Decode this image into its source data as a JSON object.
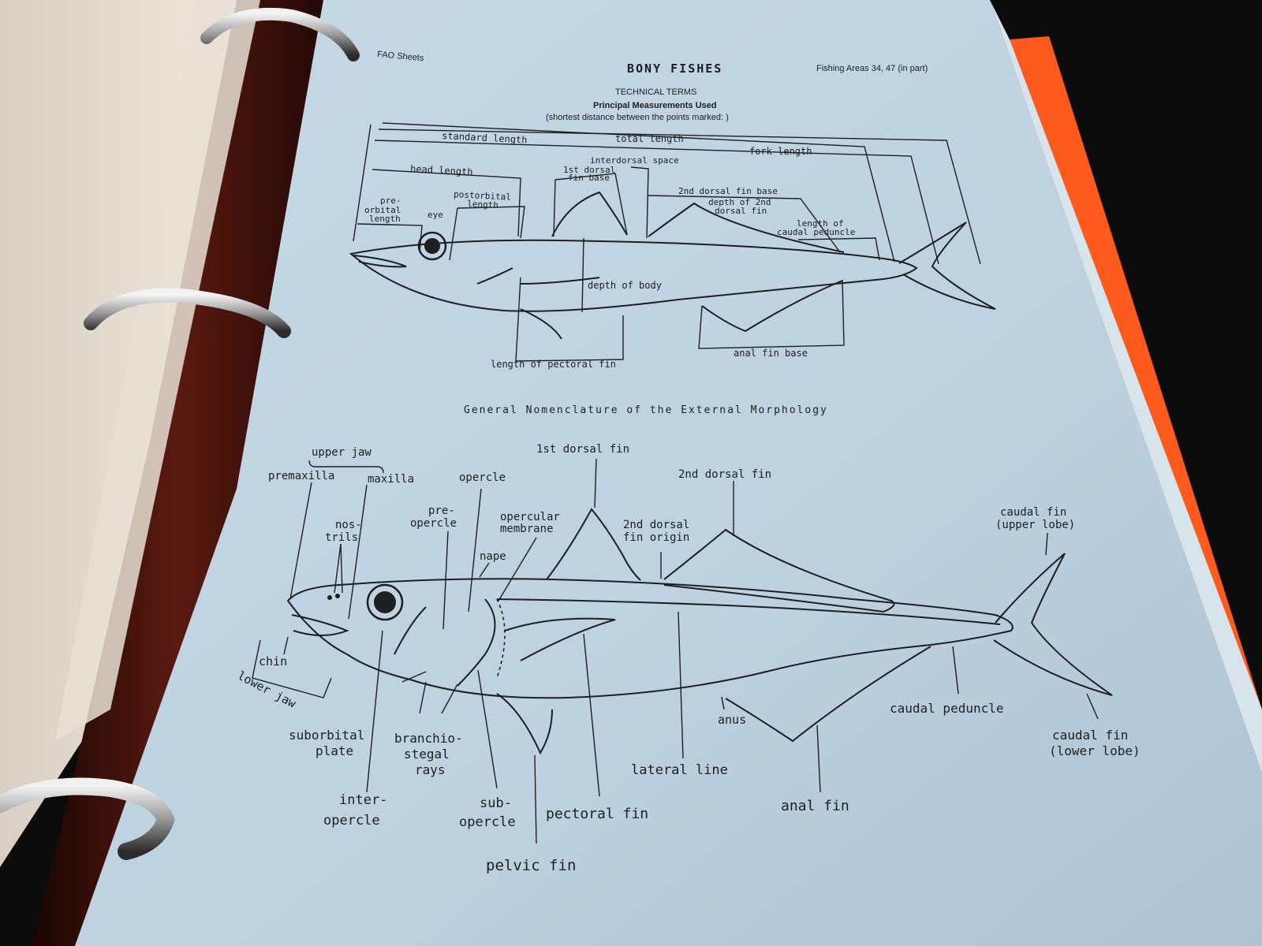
{
  "header": {
    "source": "FAO Sheets",
    "title": "BONY FISHES",
    "areas": "Fishing Areas 34, 47 (in part)"
  },
  "section1": {
    "heading": "TECHNICAL TERMS",
    "subheading": "Principal Measurements Used",
    "note": "(shortest distance between the points marked: )",
    "labels": {
      "standard_length": "standard length",
      "total_length": "total length",
      "fork_length": "fork length",
      "interdorsal_space": "interdorsal space",
      "first_dorsal_fin_base_1": "1st dorsal",
      "first_dorsal_fin_base_2": "fin base",
      "head_length": "head length",
      "postorbital_length_1": "postorbital",
      "postorbital_length_2": "length",
      "second_dorsal_fin_base": "2nd dorsal fin base",
      "depth_second_dorsal_1": "depth of 2nd",
      "depth_second_dorsal_2": "dorsal fin",
      "preorbital_length_1": "pre-",
      "preorbital_length_2": "orbital",
      "preorbital_length_3": "length",
      "eye": "eye",
      "caudal_peduncle_length_1": "length of",
      "caudal_peduncle_length_2": "caudal peduncle",
      "depth_of_body": "depth of body",
      "anal_fin_base": "anal fin base",
      "length_of_pectoral_fin": "length of pectoral fin"
    }
  },
  "section2": {
    "heading": "General Nomenclature of the External Morphology",
    "labels": {
      "upper_jaw": "upper jaw",
      "premaxilla": "premaxilla",
      "maxilla": "maxilla",
      "opercle": "opercle",
      "first_dorsal_fin": "1st dorsal fin",
      "second_dorsal_fin": "2nd dorsal fin",
      "nostrils_1": "nos-",
      "nostrils_2": "trils",
      "preopercle_1": "pre-",
      "preopercle_2": "opercle",
      "opercular_membrane_1": "opercular",
      "opercular_membrane_2": "membrane",
      "second_dorsal_origin_1": "2nd dorsal",
      "second_dorsal_origin_2": "fin origin",
      "nape": "nape",
      "caudal_upper_1": "caudal fin",
      "caudal_upper_2": "(upper lobe)",
      "chin": "chin",
      "lower_jaw": "lower jaw",
      "suborbital_1": "suborbital",
      "suborbital_2": "plate",
      "branchiostegal_1": "branchio-",
      "branchiostegal_2": "stegal",
      "branchiostegal_3": "rays",
      "anus": "anus",
      "caudal_peduncle": "caudal peduncle",
      "caudal_lower_1": "caudal fin",
      "caudal_lower_2": "(lower lobe)",
      "lateral_line": "lateral line",
      "interopercle_1": "inter-",
      "interopercle_2": "opercle",
      "subopercle_1": "sub-",
      "subopercle_2": "opercle",
      "pectoral_fin": "pectoral fin",
      "anal_fin": "anal fin",
      "pelvic_fin": "pelvic fin"
    }
  },
  "colors": {
    "paper": "#c2d5e2",
    "binder_orange": "#ff5a1e",
    "binder_cover": "#e6ddd2",
    "binder_spine": "#3a0d08",
    "ink": "#1d1f21"
  }
}
